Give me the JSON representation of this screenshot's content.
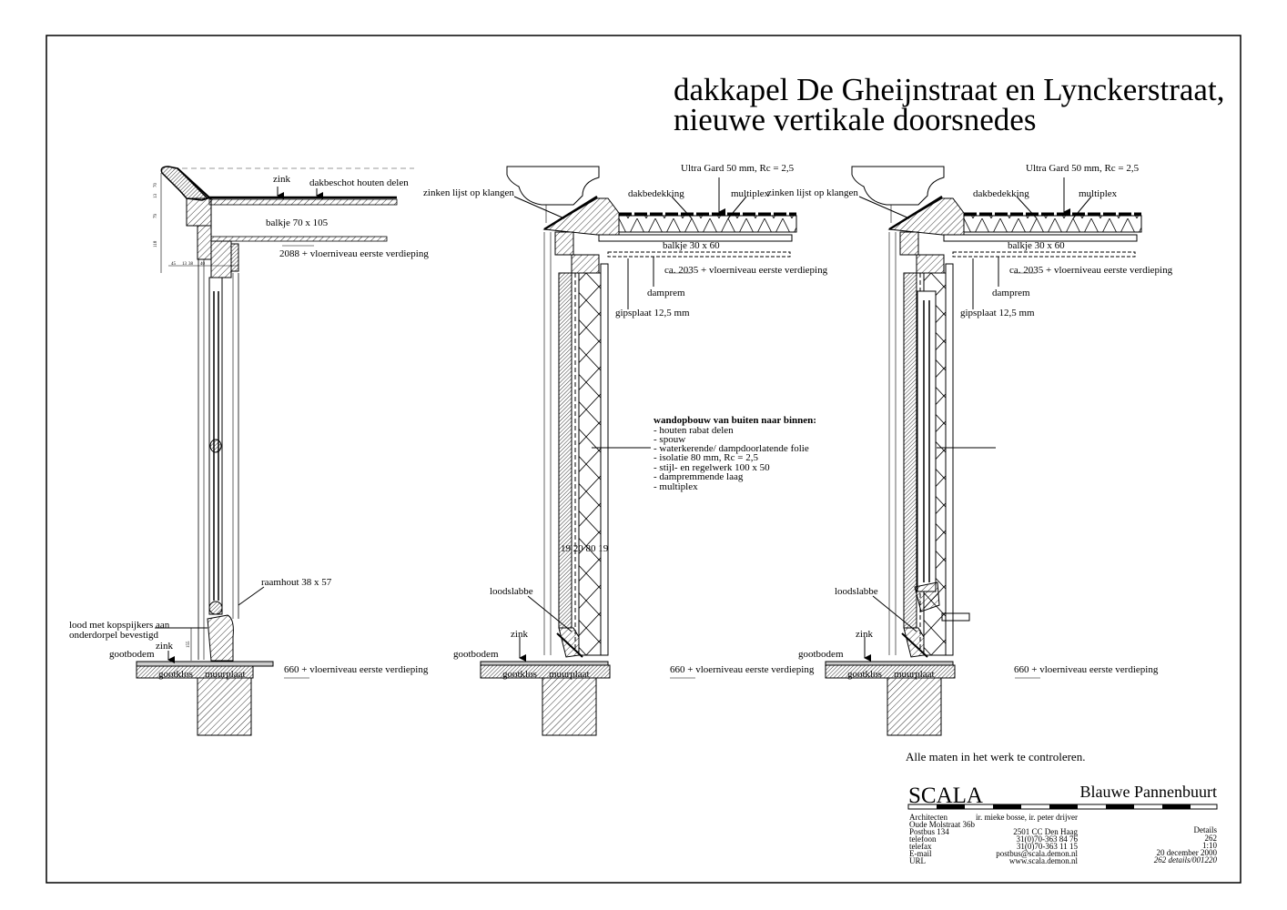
{
  "title": {
    "line1": "dakkapel De Gheijnstraat en Lynckerstraat,",
    "line2": "nieuwe vertikale doorsnedes"
  },
  "section1": {
    "zink_top": "zink",
    "dakbeschot": "dakbeschot houten delen",
    "balkje": "balkje 70 x 105",
    "level_top": "2088 + vloerniveau eerste verdieping",
    "raamhout": "raamhout 38 x 57",
    "lood_1": "lood met kopspijkers aan",
    "lood_2": "onderdorpel bevestigd",
    "zink_bottom": "zink",
    "gootbodem": "gootbodem",
    "gootklos": "gootklos",
    "muurplaat": "muurplaat",
    "level_bottom": "660 + vloerniveau eerste verdieping",
    "dims_vertical": [
      "70",
      "13",
      "79",
      "118"
    ],
    "dims_horizontal": [
      "45",
      "13",
      "38",
      "40"
    ],
    "dim_sill": "155"
  },
  "section2": {
    "ultragard": "Ultra Gard 50 mm, Rc = 2,5",
    "zinken_lijst": "zinken lijst op klangen",
    "dakbedekking": "dakbedekking",
    "multiplex": "multiplex",
    "balkje": "balkje 30 x 60",
    "level_top": "ca. 2035 + vloerniveau eerste verdieping",
    "damprem": "damprem",
    "gipsplaat": "gipsplaat 12,5 mm",
    "wall_dims": "19 20  80 19",
    "loodslabbe": "loodslabbe",
    "zink": "zink",
    "gootbodem": "gootbodem",
    "gootklos": "gootklos",
    "muurplaat": "muurplaat",
    "level_bottom": "660 + vloerniveau eerste verdieping"
  },
  "section3": {
    "ultragard": "Ultra Gard 50 mm, Rc = 2,5",
    "zinken_lijst": "zinken lijst op klangen",
    "dakbedekking": "dakbedekking",
    "multiplex": "multiplex",
    "balkje": "balkje 30 x 60",
    "level_top": "ca. 2035 + vloerniveau eerste verdieping",
    "damprem": "damprem",
    "gipsplaat": "gipsplaat 12,5 mm",
    "loodslabbe": "loodslabbe",
    "zink": "zink",
    "gootbodem": "gootbodem",
    "gootklos": "gootklos",
    "muurplaat": "muurplaat",
    "level_bottom": "660 + vloerniveau eerste verdieping"
  },
  "wandopbouw": {
    "heading": "wandopbouw van buiten naar binnen:",
    "items": [
      "- houten rabat delen",
      "- spouw",
      "- waterkerende/ dampdoorlatende folie",
      "- isolatie 80 mm, Rc = 2,5",
      "- stijl- en regelwerk 100 x 50",
      "- dampremmende laag",
      "- multiplex"
    ]
  },
  "note": "Alle maten in het werk te controleren.",
  "titleblock": {
    "firm": "SCALA",
    "project": "Blauwe Pannenbuurt",
    "left": [
      "Architecten",
      "Oude Molstraat 36b",
      "Postbus 134",
      "telefoon",
      "telefax",
      "E-mail",
      "URL"
    ],
    "middle": [
      "ir. mieke bosse, ir. peter drijver",
      "2501 CC Den Haag",
      "31(0)70-363 84 76",
      "31(0)70-363 11 15",
      "postbus@scala.demon.nl",
      "www.scala.demon.nl"
    ],
    "right": [
      "Details",
      "262",
      "1:10",
      "20 december 2000",
      "262 details/001220"
    ]
  }
}
